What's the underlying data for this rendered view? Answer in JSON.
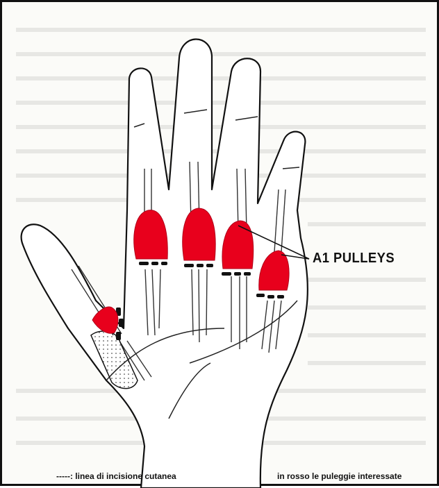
{
  "diagram": {
    "pulley_label": "A1 PULLEYS",
    "legend_incision": "-----: linea di incisione cutanea",
    "legend_red": "in rosso le puleggie interessate",
    "colors": {
      "pulley_fill": "#e8001c",
      "outline": "#111111",
      "background": "#fbfbf8"
    }
  }
}
